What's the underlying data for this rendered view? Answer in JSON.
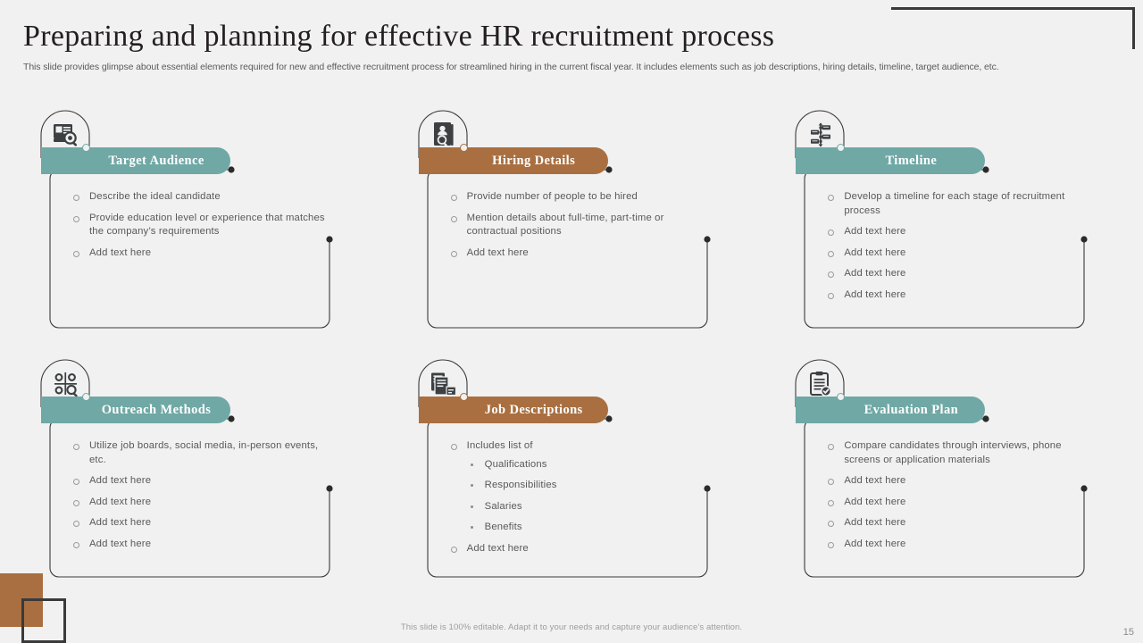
{
  "header": {
    "title": "Preparing and planning for effective HR recruitment process",
    "subtitle": "This slide provides glimpse about essential elements required for new and effective recruitment process for streamlined hiring in the current fiscal year. It includes elements such as job descriptions, hiring details, timeline, target audience, etc."
  },
  "colors": {
    "teal": "#6FA8A5",
    "brown": "#A96F40",
    "background": "#F1F1F1",
    "outline": "#3A3A3A",
    "body_text": "#595959"
  },
  "cards": [
    {
      "title": "Target Audience",
      "accent": "teal",
      "icon": "id-card-search-icon",
      "bullets": [
        {
          "text": "Describe the ideal candidate"
        },
        {
          "text": "Provide education level or experience that matches the company’s requirements"
        },
        {
          "text": "Add text here"
        }
      ]
    },
    {
      "title": "Hiring Details",
      "accent": "brown",
      "icon": "person-document-search-icon",
      "bullets": [
        {
          "text": "Provide number of people to be hired"
        },
        {
          "text": "Mention details about full-time, part-time or contractual positions"
        },
        {
          "text": "Add text here"
        }
      ]
    },
    {
      "title": "Timeline",
      "accent": "teal",
      "icon": "timeline-icon",
      "bullets": [
        {
          "text": "Develop a timeline for each stage of recruitment process"
        },
        {
          "text": "Add text here"
        },
        {
          "text": "Add text here"
        },
        {
          "text": "Add text here"
        },
        {
          "text": "Add text here"
        }
      ]
    },
    {
      "title": "Outreach Methods",
      "accent": "teal",
      "icon": "network-search-icon",
      "bullets": [
        {
          "text": "Utilize job boards, social media, in-person events, etc."
        },
        {
          "text": "Add text here"
        },
        {
          "text": "Add text here"
        },
        {
          "text": "Add text here"
        },
        {
          "text": "Add text here"
        }
      ]
    },
    {
      "title": "Job Descriptions",
      "accent": "brown",
      "icon": "documents-stack-icon",
      "bullets": [
        {
          "text": "Includes list of",
          "sub": [
            "Qualifications",
            "Responsibilities",
            "Salaries",
            "Benefits"
          ]
        },
        {
          "text": "Add text here"
        }
      ]
    },
    {
      "title": "Evaluation Plan",
      "accent": "teal",
      "icon": "clipboard-check-icon",
      "bullets": [
        {
          "text": "Compare candidates through interviews, phone screens or application materials"
        },
        {
          "text": "Add text here"
        },
        {
          "text": "Add text here"
        },
        {
          "text": "Add text here"
        },
        {
          "text": "Add text here"
        }
      ]
    }
  ],
  "footer": {
    "note": "This slide is 100% editable. Adapt it to your needs and capture your audience’s attention.",
    "page_number": "15"
  }
}
